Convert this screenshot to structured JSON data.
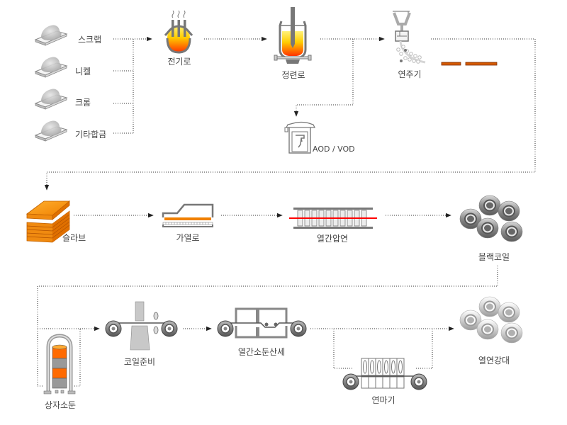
{
  "title": "Stainless steel manufacturing process",
  "colors": {
    "connector": "#333333",
    "molten_orange": "#ff6600",
    "molten_yellow": "#ffdd33",
    "slab_orange": "#f08a10",
    "cast_bar": "#d45a00",
    "rolling_line": "#ff0000",
    "equipment_gray": "#888888"
  },
  "raw_materials": [
    {
      "label": "스크랩",
      "icon": "raw-material-pile-icon"
    },
    {
      "label": "니켈",
      "icon": "raw-material-pile-icon"
    },
    {
      "label": "크롬",
      "icon": "raw-material-pile-icon"
    },
    {
      "label": "기타합금",
      "icon": "raw-material-pile-icon"
    }
  ],
  "steps": {
    "eaf": {
      "label": "전기로",
      "icon": "electric-arc-furnace-icon"
    },
    "refining": {
      "label": "정련로",
      "icon": "refining-furnace-icon"
    },
    "aod": {
      "label": "AOD / VOD",
      "icon": "aod-vod-vessel-icon"
    },
    "caster": {
      "label": "연주기",
      "icon": "continuous-caster-icon"
    },
    "slab": {
      "label": "슬라브",
      "icon": "slab-stack-icon"
    },
    "reheat": {
      "label": "가열로",
      "icon": "reheating-furnace-icon"
    },
    "hot_rolling": {
      "label": "열간압연",
      "icon": "hot-rolling-mill-icon"
    },
    "black_coil": {
      "label": "블랙코일",
      "icon": "black-coil-stack-icon"
    },
    "box_anneal": {
      "label": "상자소둔",
      "icon": "box-annealing-furnace-icon"
    },
    "coil_prep": {
      "label": "코일준비",
      "icon": "coil-preparation-icon"
    },
    "annealing_pickling": {
      "label": "열간소둔산세",
      "icon": "annealing-pickling-line-icon"
    },
    "grinding": {
      "label": "연마기",
      "icon": "grinding-machine-icon"
    },
    "hot_band": {
      "label": "열연강대",
      "icon": "white-coil-stack-icon"
    }
  }
}
